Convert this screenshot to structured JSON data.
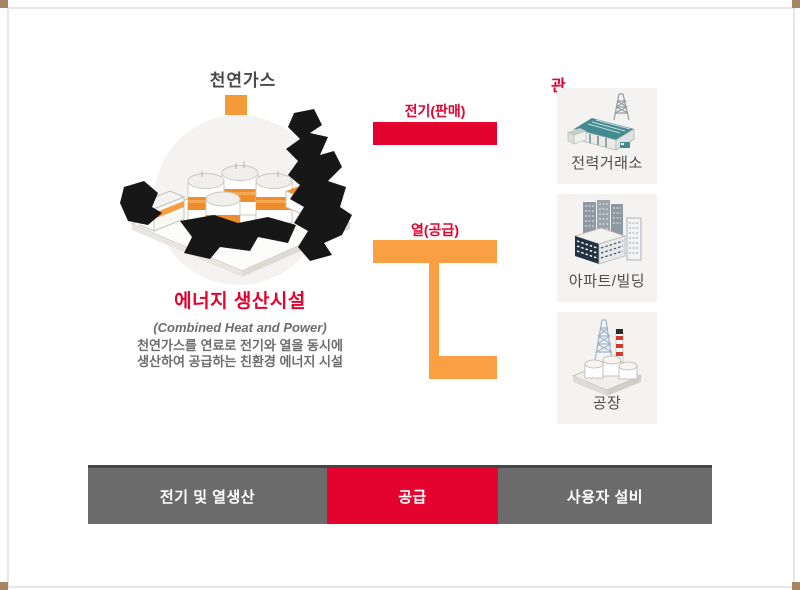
{
  "diagram": {
    "fuel_label": "천연가스",
    "plant": {
      "title": "에너지 생산시설",
      "subtitle": "(Combined Heat and Power)",
      "description_line1": "천연가스를 연료로 전기와 열을 동시에",
      "description_line2": "생산하여 공급하는 친환경 에너지 시설"
    },
    "flows": [
      {
        "label": "전기(판매)",
        "color": "#e4032e",
        "target": "전력거래소"
      },
      {
        "label": "열(공급)",
        "color": "#fa9f42",
        "targets": [
          "아파트/빌딩",
          "공장"
        ]
      }
    ],
    "badge": "관",
    "destinations": [
      {
        "label": "전력거래소",
        "icon": "power-exchange-icon"
      },
      {
        "label": "아파트/빌딩",
        "icon": "apartment-building-icon"
      },
      {
        "label": "공장",
        "icon": "factory-icon"
      }
    ],
    "stages": [
      {
        "label": "전기 및 열생산",
        "color": "#6c6b6b"
      },
      {
        "label": "공급",
        "color": "#e4032e"
      },
      {
        "label": "사용자 설비",
        "color": "#6c6b6b"
      }
    ]
  },
  "colors": {
    "accent_red": "#e4032e",
    "accent_orange": "#fa9f42",
    "stage_gray": "#6c6b6b",
    "box_background": "#f4f3f1",
    "frame_border": "#e9e7e4",
    "frame_corner": "#a6875f"
  }
}
